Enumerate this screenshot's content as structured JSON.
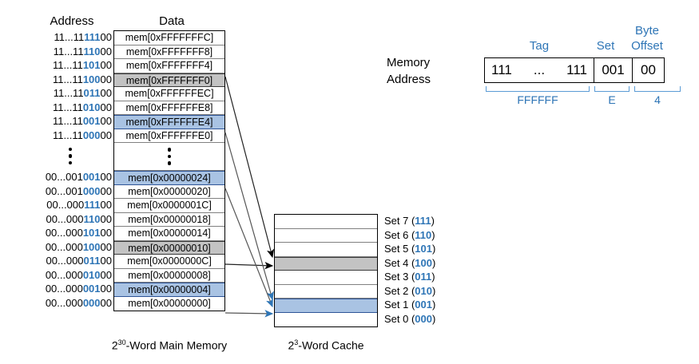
{
  "headers": {
    "address": "Address",
    "data": "Data"
  },
  "memory": {
    "caption_prefix": "2",
    "caption_sup": "30",
    "caption_suffix": "-Word Main Memory",
    "rows": [
      {
        "addr_pre": "11...11",
        "addr_set": "111",
        "addr_post": "00",
        "data": "mem[0xFFFFFFFC]",
        "hl": "none"
      },
      {
        "addr_pre": "11...11",
        "addr_set": "110",
        "addr_post": "00",
        "data": "mem[0xFFFFFFF8]",
        "hl": "none"
      },
      {
        "addr_pre": "11...11",
        "addr_set": "101",
        "addr_post": "00",
        "data": "mem[0xFFFFFFF4]",
        "hl": "none"
      },
      {
        "addr_pre": "11...11",
        "addr_set": "100",
        "addr_post": "00",
        "data": "mem[0xFFFFFFF0]",
        "hl": "gray"
      },
      {
        "addr_pre": "11...11",
        "addr_set": "011",
        "addr_post": "00",
        "data": "mem[0xFFFFFFEC]",
        "hl": "none"
      },
      {
        "addr_pre": "11...11",
        "addr_set": "010",
        "addr_post": "00",
        "data": "mem[0xFFFFFFE8]",
        "hl": "none"
      },
      {
        "addr_pre": "11...11",
        "addr_set": "001",
        "addr_post": "00",
        "data": "mem[0xFFFFFFE4]",
        "hl": "blue"
      },
      {
        "addr_pre": "11...11",
        "addr_set": "000",
        "addr_post": "00",
        "data": "mem[0xFFFFFFE0]",
        "hl": "none"
      },
      {
        "ellipsis": true
      },
      {
        "addr_pre": "00...001",
        "addr_set": "001",
        "addr_post": "00",
        "data": "mem[0x00000024]",
        "hl": "blue"
      },
      {
        "addr_pre": "00...001",
        "addr_set": "000",
        "addr_post": "00",
        "data": "mem[0x00000020]",
        "hl": "none"
      },
      {
        "addr_pre": "00...000",
        "addr_set": "111",
        "addr_post": "00",
        "data": "mem[0x0000001C]",
        "hl": "none"
      },
      {
        "addr_pre": "00...000",
        "addr_set": "110",
        "addr_post": "00",
        "data": "mem[0x00000018]",
        "hl": "none"
      },
      {
        "addr_pre": "00...000",
        "addr_set": "101",
        "addr_post": "00",
        "data": "mem[0x00000014]",
        "hl": "none"
      },
      {
        "addr_pre": "00...000",
        "addr_set": "100",
        "addr_post": "00",
        "data": "mem[0x00000010]",
        "hl": "gray"
      },
      {
        "addr_pre": "00...000",
        "addr_set": "011",
        "addr_post": "00",
        "data": "mem[0x0000000C]",
        "hl": "none"
      },
      {
        "addr_pre": "00...000",
        "addr_set": "010",
        "addr_post": "00",
        "data": "mem[0x00000008]",
        "hl": "none"
      },
      {
        "addr_pre": "00...000",
        "addr_set": "001",
        "addr_post": "00",
        "data": "mem[0x00000004]",
        "hl": "blue"
      },
      {
        "addr_pre": "00...000",
        "addr_set": "000",
        "addr_post": "00",
        "data": "mem[0x00000000]",
        "hl": "none"
      }
    ]
  },
  "cache": {
    "caption_prefix": "2",
    "caption_sup": "3",
    "caption_suffix": "-Word Cache",
    "sets": [
      {
        "label": "Set 7 (",
        "bits": "111",
        "close": ")",
        "hl": "none"
      },
      {
        "label": "Set 6 (",
        "bits": "110",
        "close": ")",
        "hl": "none"
      },
      {
        "label": "Set 5 (",
        "bits": "101",
        "close": ")",
        "hl": "none"
      },
      {
        "label": "Set 4 (",
        "bits": "100",
        "close": ")",
        "hl": "gray"
      },
      {
        "label": "Set 3 (",
        "bits": "011",
        "close": ")",
        "hl": "none"
      },
      {
        "label": "Set 2 (",
        "bits": "010",
        "close": ")",
        "hl": "none"
      },
      {
        "label": "Set 1 (",
        "bits": "001",
        "close": ")",
        "hl": "blue"
      },
      {
        "label": "Set 0 (",
        "bits": "000",
        "close": ")",
        "hl": "none"
      }
    ]
  },
  "address_breakdown": {
    "label_line1": "Memory",
    "label_line2": "Address",
    "tag_label": "Tag",
    "set_label": "Set",
    "byte_label": "Byte",
    "offset_label": "Offset",
    "tag_left": "111",
    "tag_dots": "...",
    "tag_right": "111",
    "set_bits": "001",
    "offset_bits": "00",
    "hex_tag": "FFFFFF",
    "hex_set": "E",
    "hex_offset": "4"
  },
  "colors": {
    "accent_blue": "#2e75b6",
    "highlight_blue": "#a9c3e3",
    "highlight_gray": "#c3c3c3"
  }
}
